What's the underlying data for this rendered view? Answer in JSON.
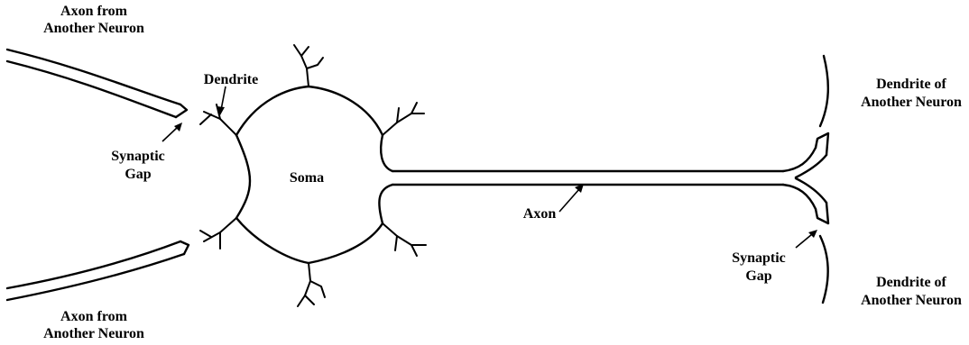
{
  "labels": {
    "axon_top_line1": "Axon from",
    "axon_top_line2": "Another Neuron",
    "dendrite": "Dendrite",
    "synaptic_left_line1": "Synaptic",
    "synaptic_left_line2": "Gap",
    "soma": "Soma",
    "axon_bottom_line1": "Axon from",
    "axon_bottom_line2": "Another Neuron",
    "axon": "Axon",
    "dendrite_top_line1": "Dendrite of",
    "dendrite_top_line2": "Another Neuron",
    "synaptic_right_line1": "Synaptic",
    "synaptic_right_line2": "Gap",
    "dendrite_bottom_line1": "Dendrite of",
    "dendrite_bottom_line2": "Another Neuron"
  }
}
